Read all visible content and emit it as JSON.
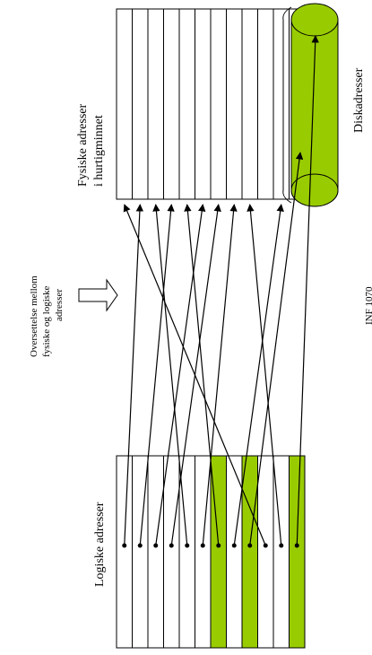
{
  "labels": {
    "physical": [
      "Fysiske adresser",
      "i hurtigminnet"
    ],
    "logical": "Logiske adresser",
    "translation": [
      "Oversettelse mellom",
      "fysiske og logiske",
      "adresser"
    ],
    "disk": "Diskadresser",
    "footer": "INF 1070"
  },
  "logical_slots": [
    false,
    false,
    false,
    false,
    false,
    false,
    true,
    false,
    true,
    false,
    false,
    true
  ],
  "physical_slot_count": 12,
  "colors": {
    "highlight": "#99cc00",
    "stroke": "#000000",
    "background": "#ffffff"
  }
}
